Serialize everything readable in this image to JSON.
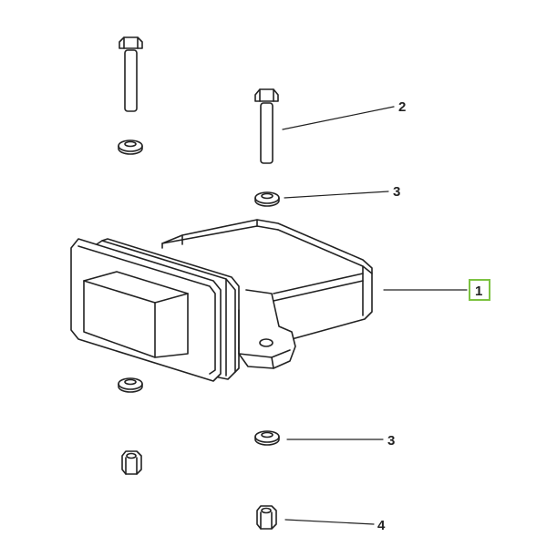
{
  "diagram": {
    "callouts": [
      {
        "id": "c2",
        "label": "2",
        "highlighted": false
      },
      {
        "id": "c3a",
        "label": "3",
        "highlighted": false
      },
      {
        "id": "c1",
        "label": "1",
        "highlighted": true
      },
      {
        "id": "c3b",
        "label": "3",
        "highlighted": false
      },
      {
        "id": "c4",
        "label": "4",
        "highlighted": false
      }
    ],
    "highlight_color": "#7dc242",
    "line_color": "#222222"
  }
}
